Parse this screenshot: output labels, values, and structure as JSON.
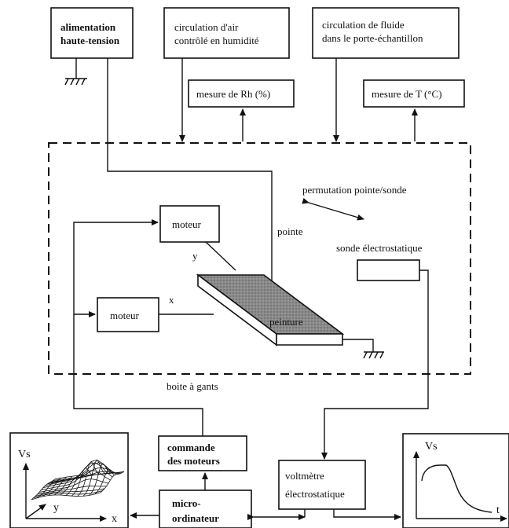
{
  "boxes": {
    "hv_supply": [
      "alimentation",
      "haute-tension"
    ],
    "air_circulation": [
      "circulation d'air",
      "contrôlé en humidité"
    ],
    "fluid_circulation": [
      "circulation de fluide",
      "dans le porte-échantillon"
    ],
    "rh_measure": "mesure de Rh (%)",
    "t_measure": "mesure de T (°C)",
    "motor_y": "moteur",
    "motor_x": "moteur",
    "motor_control": [
      "commande",
      "des moteurs"
    ],
    "voltmeter": [
      "voltmètre",
      "électrostatique"
    ],
    "computer": [
      "micro-",
      "ordinateur"
    ]
  },
  "labels": {
    "tip": "pointe",
    "tip_probe_swap": "permutation pointe/sonde",
    "probe": "sonde électrostatique",
    "paint": "peinture",
    "glove_box": "boite à gants",
    "axis_y_near_motor": "y",
    "axis_x_near_motor": "x"
  },
  "surface_plot": {
    "z_label": "Vs",
    "x_label": "x",
    "y_label": "y"
  },
  "decay_plot": {
    "y_label": "Vs",
    "x_label": "t"
  },
  "colors": {
    "ink": "#111111",
    "paint_fill": "#8a8a8a",
    "background": "#ffffff"
  }
}
